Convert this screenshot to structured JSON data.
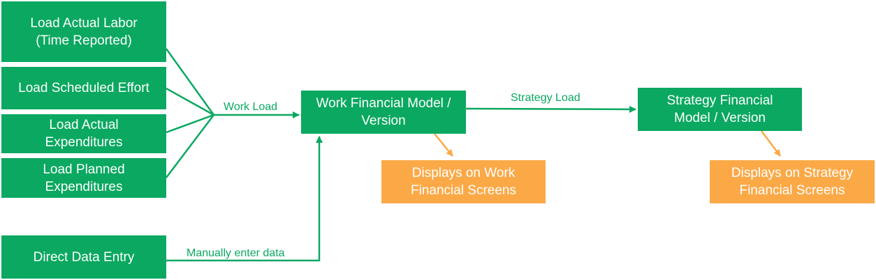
{
  "colors": {
    "primary_green": "#0aa860",
    "highlight_orange": "#fba947",
    "text_on_box": "#ffffff",
    "arrow_orange": "#fba947"
  },
  "nodes": {
    "load_actual_labor": "Load Actual Labor\n(Time Reported)",
    "load_scheduled_effort": "Load Scheduled Effort",
    "load_actual_expenditures": "Load Actual\nExpenditures",
    "load_planned_expenditures": "Load Planned\nExpenditures",
    "direct_data_entry": "Direct Data Entry",
    "work_financial_model": "Work Financial Model /\nVersion",
    "strategy_financial_model": "Strategy Financial\nModel / Version",
    "work_displays": "Displays on Work\nFinancial Screens",
    "strategy_displays": "Displays on Strategy\nFinancial Screens"
  },
  "edge_labels": {
    "work_load": "Work Load",
    "strategy_load": "Strategy Load",
    "manually_enter_data": "Manually enter data"
  }
}
